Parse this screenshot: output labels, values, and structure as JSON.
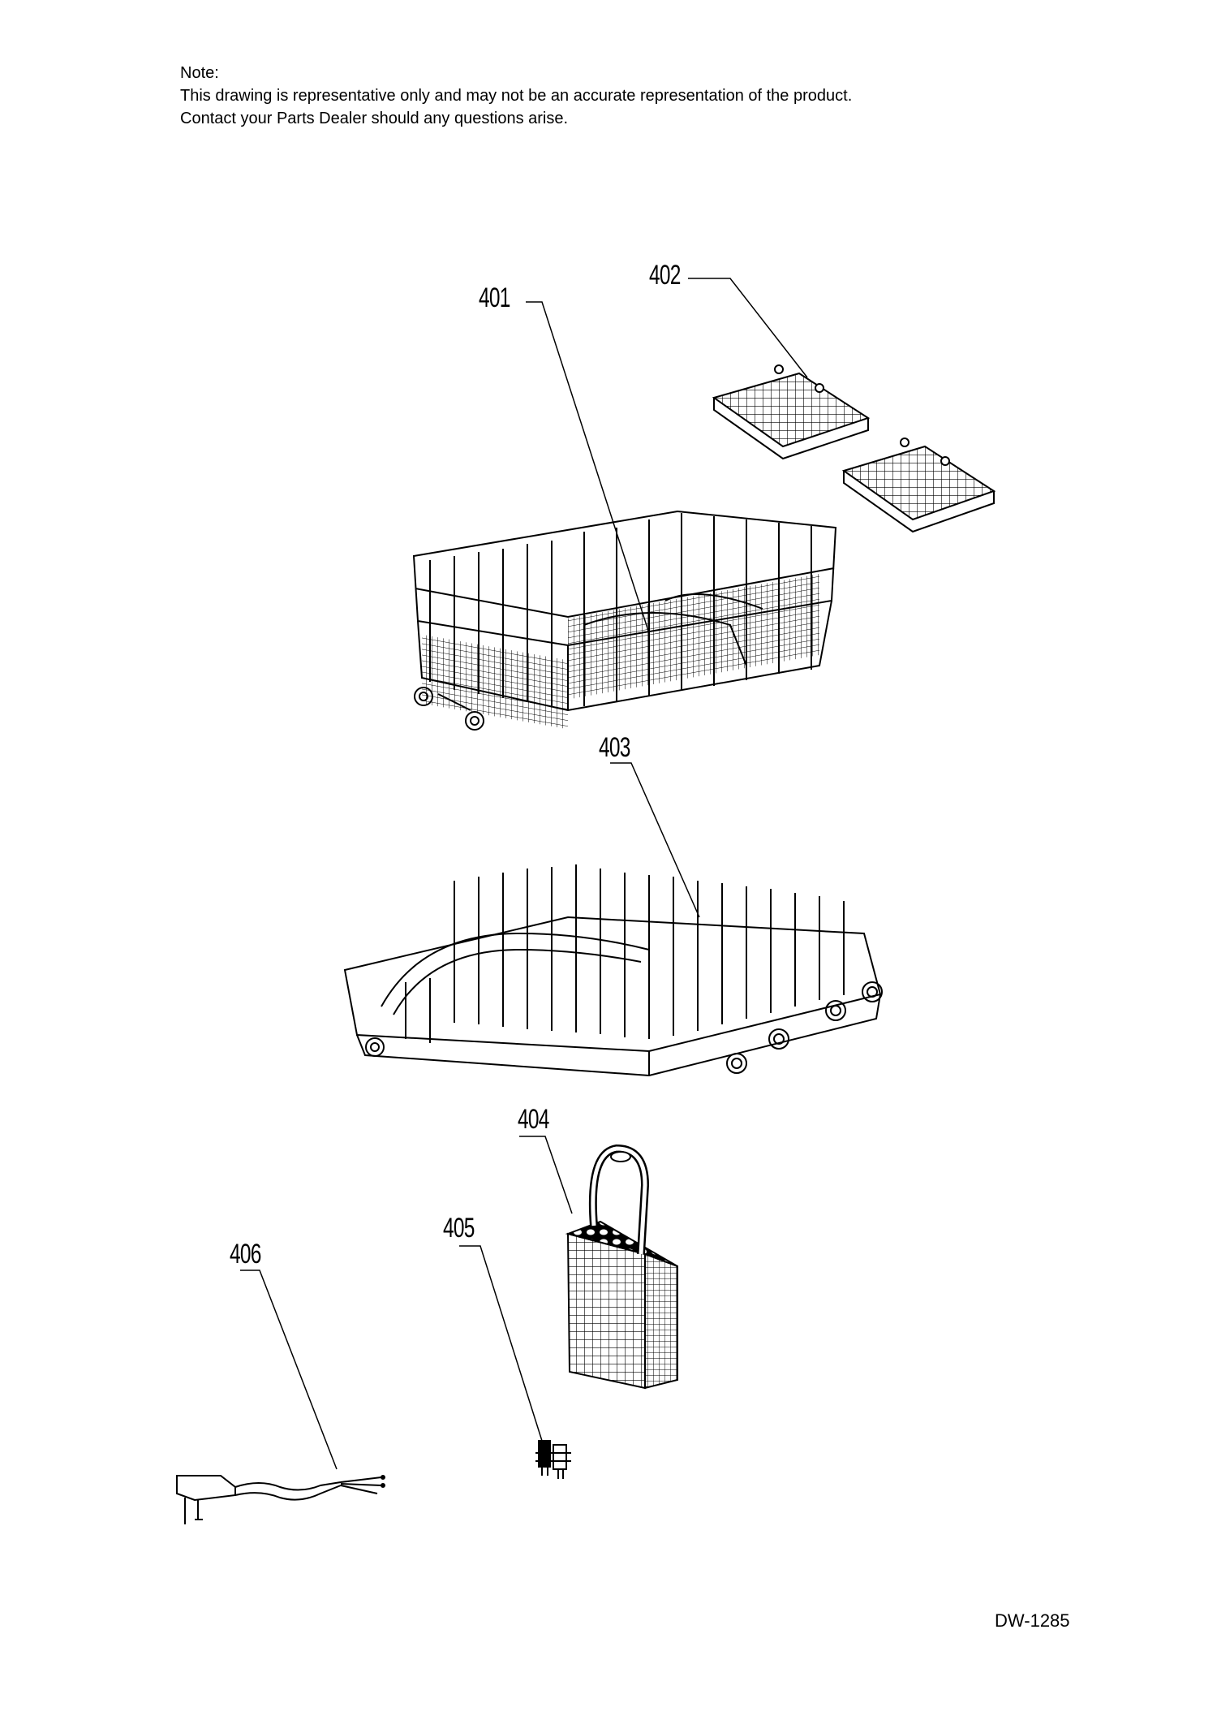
{
  "note": {
    "heading": "Note:",
    "line1": "This drawing is representative only and may not be an accurate representation of the product.",
    "line2": "Contact your Parts Dealer should any questions arise."
  },
  "parts": [
    {
      "number": "401",
      "name": "upper-rack"
    },
    {
      "number": "402",
      "name": "cup-shelf"
    },
    {
      "number": "403",
      "name": "lower-rack"
    },
    {
      "number": "404",
      "name": "cutlery-basket"
    },
    {
      "number": "405",
      "name": "connector"
    },
    {
      "number": "406",
      "name": "power-cord"
    }
  ],
  "doc_code": "DW-1285",
  "colors": {
    "line": "#000000",
    "background": "#ffffff"
  }
}
